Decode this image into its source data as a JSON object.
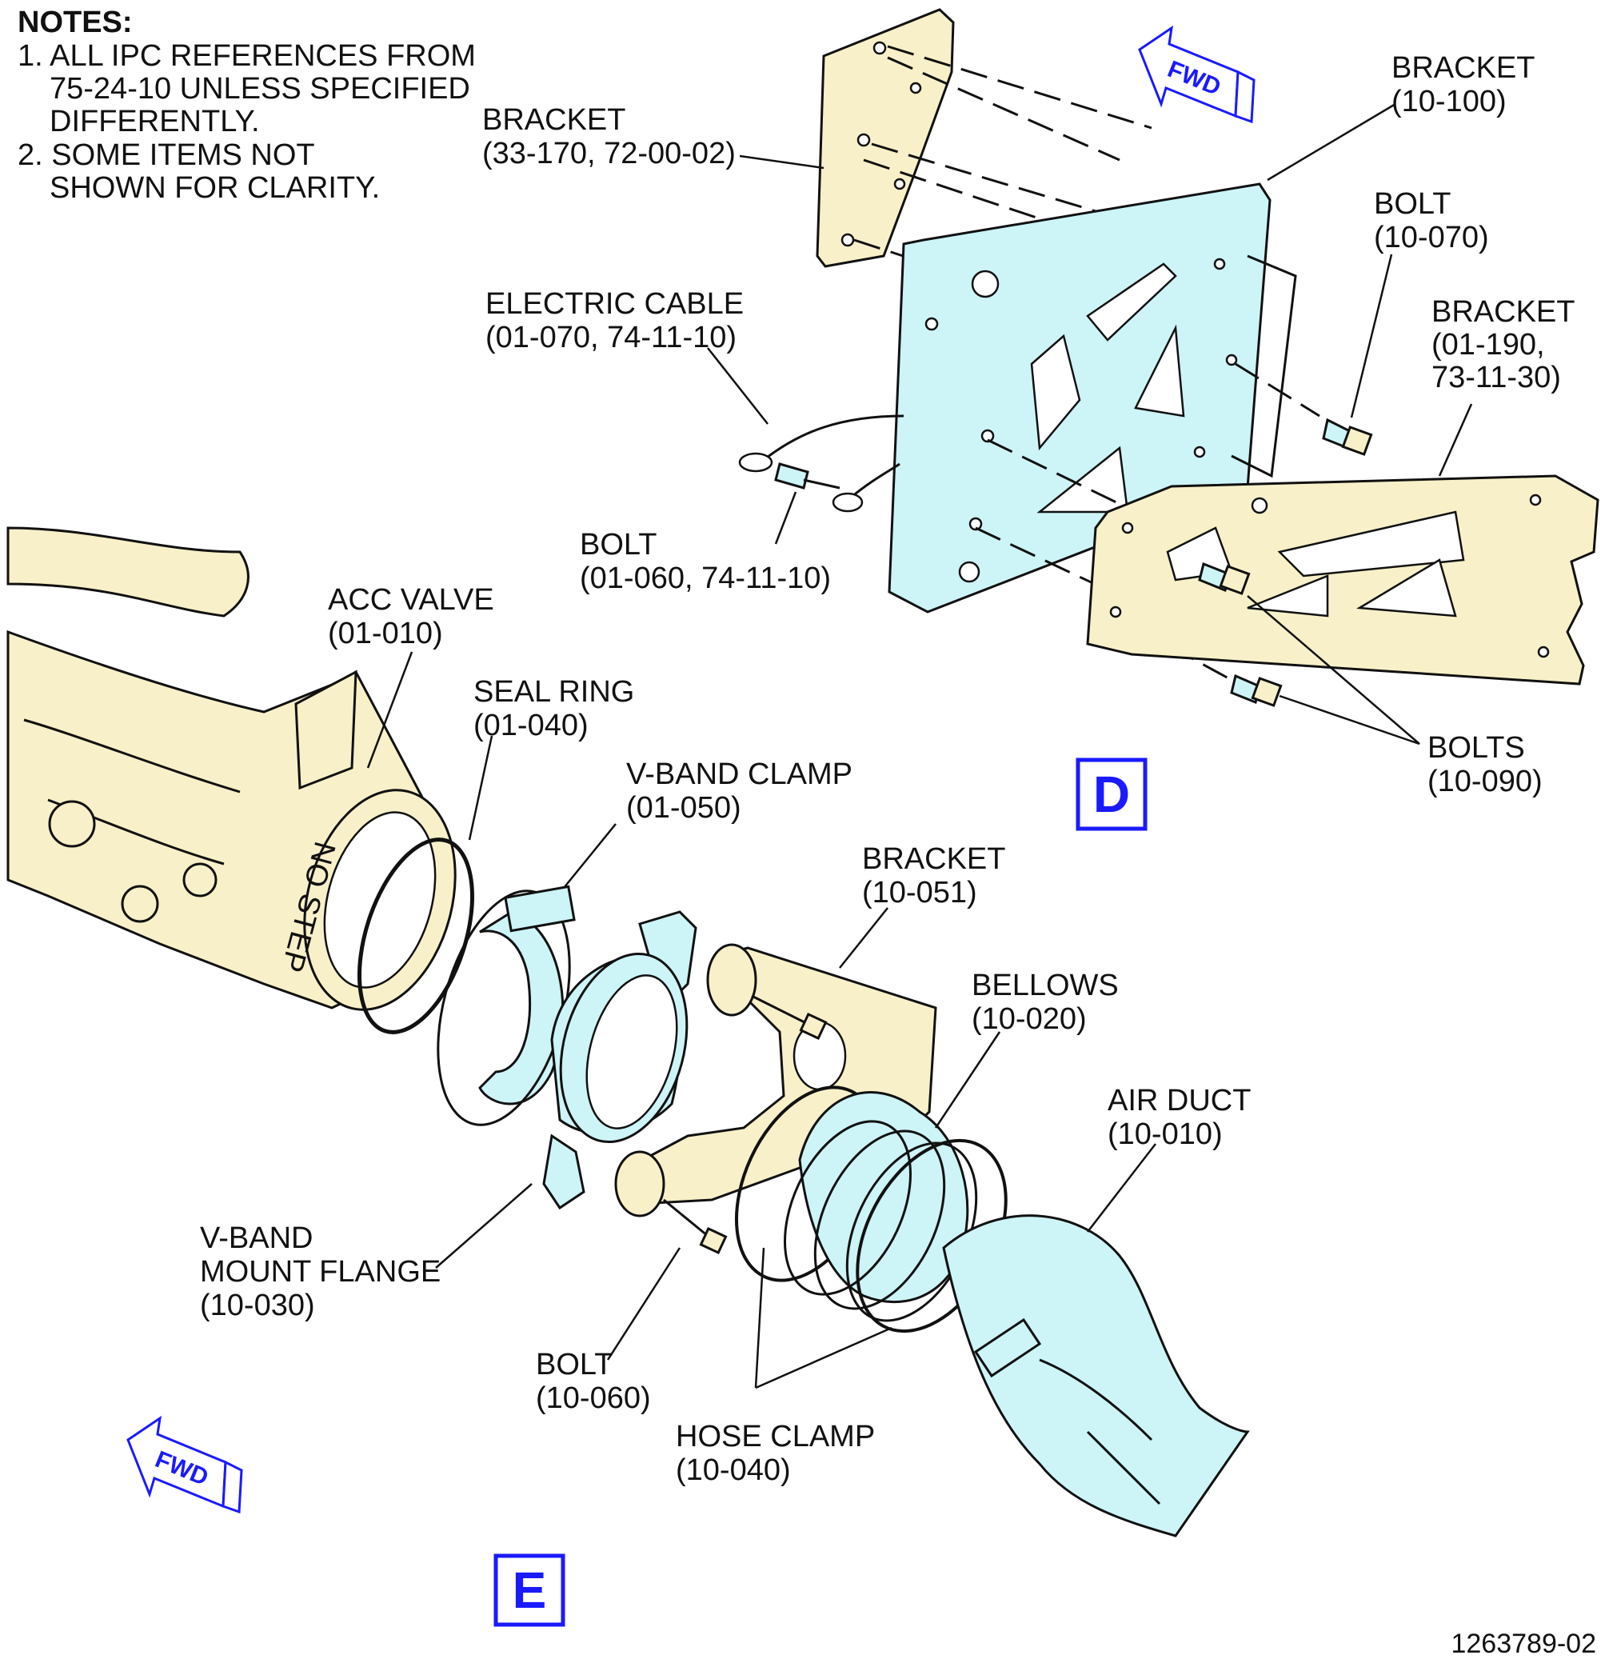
{
  "notes": {
    "title": "NOTES:",
    "lines": [
      "1. ALL IPC REFERENCES FROM",
      "75-24-10 UNLESS SPECIFIED",
      "DIFFERENTLY.",
      "2. SOME ITEMS NOT",
      "SHOWN FOR CLARITY."
    ]
  },
  "labels": {
    "bracket_33_170": [
      "BRACKET",
      "(33-170, 72-00-02)"
    ],
    "bracket_10_100": [
      "BRACKET",
      "(10-100)"
    ],
    "bolt_10_070": [
      "BOLT",
      "(10-070)"
    ],
    "bracket_01_190": [
      "BRACKET",
      "(01-190,",
      "73-11-30)"
    ],
    "electric_cable": [
      "ELECTRIC CABLE",
      "(01-070, 74-11-10)"
    ],
    "bolt_01_060": [
      "BOLT",
      "(01-060, 74-11-10)"
    ],
    "bolts_10_090": [
      "BOLTS",
      "(10-090)"
    ],
    "acc_valve": [
      "ACC VALVE",
      "(01-010)"
    ],
    "seal_ring": [
      "SEAL RING",
      "(01-040)"
    ],
    "vband_clamp": [
      "V-BAND CLAMP",
      "(01-050)"
    ],
    "bracket_10_051": [
      "BRACKET",
      "(10-051)"
    ],
    "bellows": [
      "BELLOWS",
      "(10-020)"
    ],
    "air_duct": [
      "AIR DUCT",
      "(10-010)"
    ],
    "vband_flange": [
      "V-BAND",
      "MOUNT FLANGE",
      "(10-030)"
    ],
    "bolt_10_060": [
      "BOLT",
      "(10-060)"
    ],
    "hose_clamp": [
      "HOSE CLAMP",
      "(10-040)"
    ]
  },
  "views": {
    "d": "D",
    "e": "E"
  },
  "fwd": "FWD",
  "no_step": "NO STEP",
  "document_number": "1263789-02",
  "colors": {
    "part_yellow": "#f8f0c8",
    "part_blue": "#cdf4f7",
    "view_blue": "#1a1aff"
  }
}
